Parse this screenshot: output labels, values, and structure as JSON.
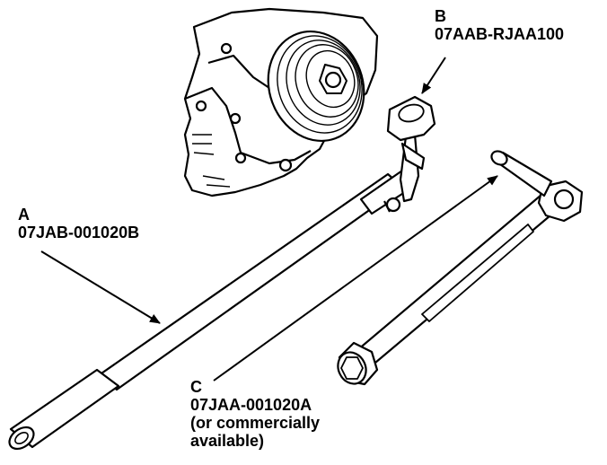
{
  "labels": {
    "a": {
      "letter": "A",
      "part_number": "07JAB-001020B"
    },
    "b": {
      "letter": "B",
      "part_number": "07AAB-RJAA100"
    },
    "c": {
      "letter": "C",
      "part_number": "07JAA-001020A",
      "note_line1": "(or commercially",
      "note_line2": "available)"
    }
  },
  "colors": {
    "line": "#000000",
    "background": "#ffffff"
  }
}
